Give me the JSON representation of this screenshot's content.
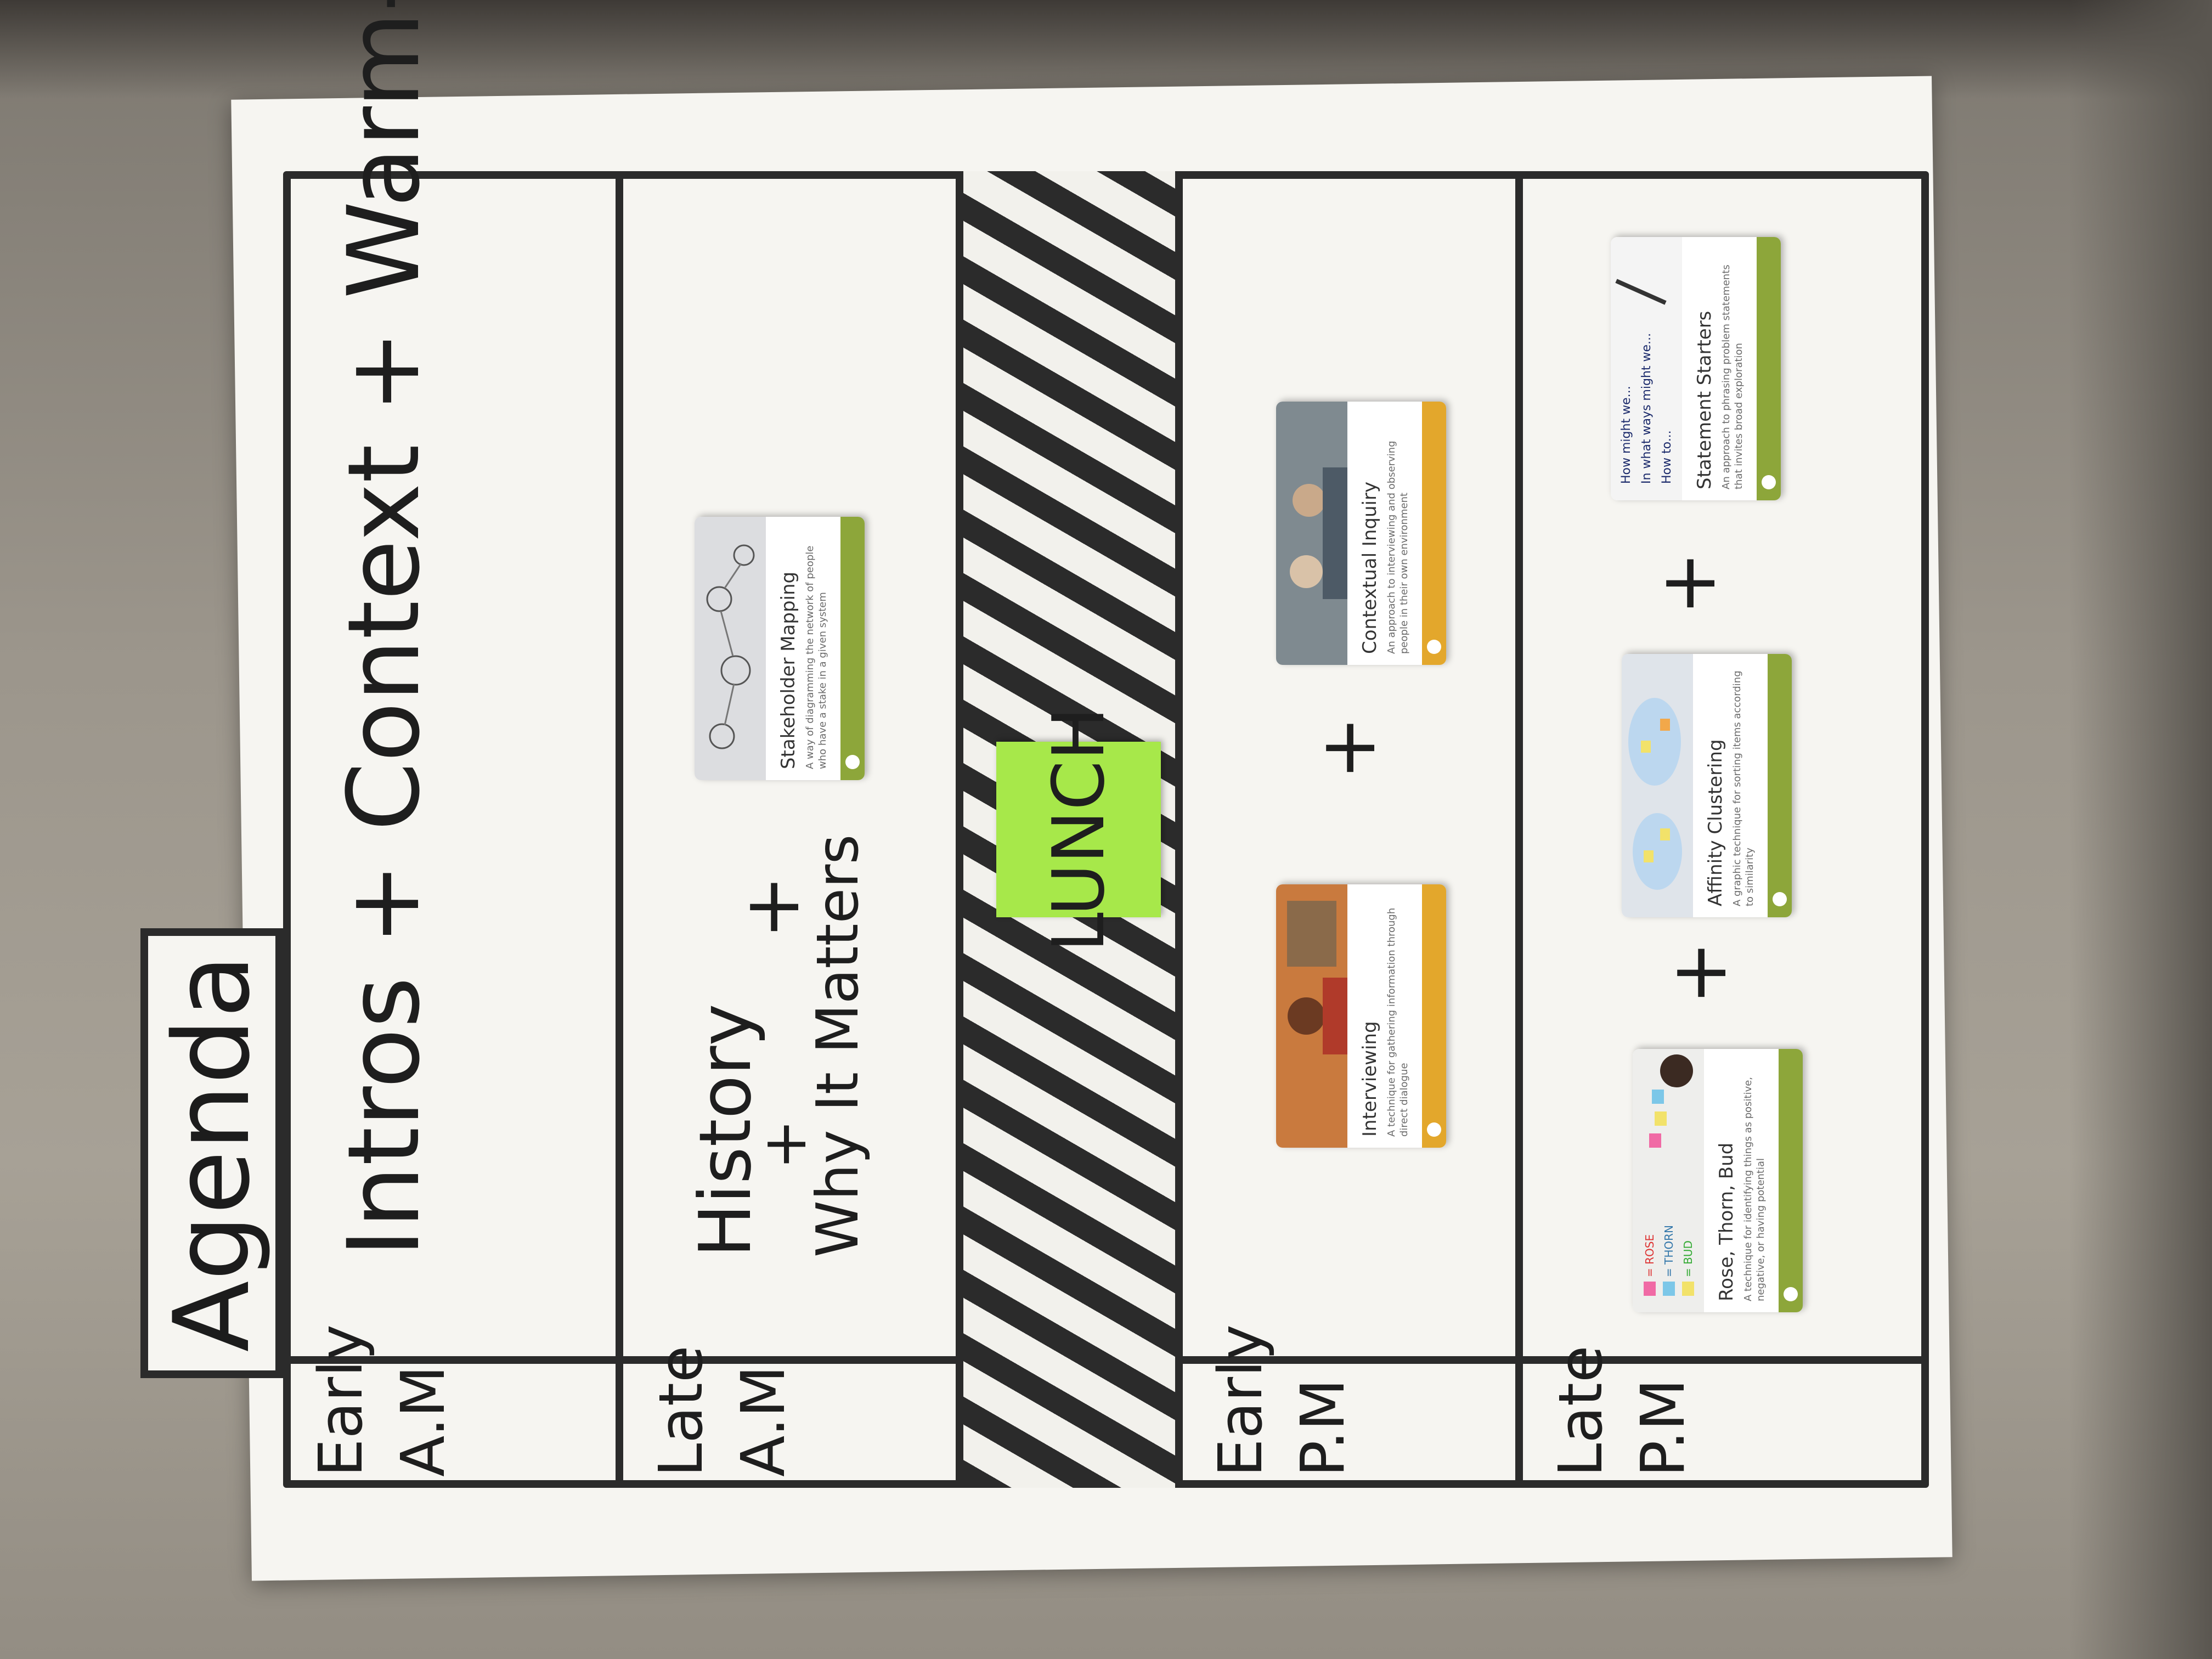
{
  "agenda": {
    "title": "Agenda",
    "rows": [
      {
        "label": "Early A.M",
        "items": [
          "Intros + Context + Warm-Up"
        ]
      },
      {
        "label": "Late A.M",
        "items": [
          "History",
          "+",
          "Why It Matters"
        ]
      },
      {
        "label": "",
        "items": [
          "LUNCH"
        ]
      },
      {
        "label": "Early P.M",
        "items": []
      },
      {
        "label": "Late P.M",
        "items": []
      }
    ]
  },
  "plus": "+",
  "cards": [
    {
      "category": "",
      "name": "Stakeholder Mapping",
      "description": "A way of diagramming the network of people who have a stake in a given system",
      "row": "late-am",
      "color": "#8da63a"
    },
    {
      "category": "",
      "name": "Interviewing",
      "description": "A technique for gathering information through direct dialogue",
      "row": "early-pm",
      "color": "#e3a72c"
    },
    {
      "category": "",
      "name": "Contextual Inquiry",
      "description": "An approach to interviewing and observing people in their own environment",
      "row": "early-pm",
      "color": "#e3a72c"
    },
    {
      "category": "",
      "name": "Rose, Thorn, Bud",
      "description": "A technique for identifying things as positive, negative, or having potential",
      "row": "late-pm",
      "color": "#8da63a"
    },
    {
      "category": "",
      "name": "Affinity Clustering",
      "description": "A graphic technique for sorting items according to similarity",
      "row": "late-pm",
      "color": "#8da63a"
    },
    {
      "category": "",
      "name": "Statement Starters",
      "description": "An approach to phrasing problem statements that invites broad exploration",
      "row": "late-pm",
      "color": "#8da63a"
    }
  ],
  "whiteboard_text": [
    "How might we...",
    "In what ways might we...",
    "How to..."
  ],
  "sticky_labels": [
    "= ROSE",
    "= THORN",
    "= BUD"
  ]
}
